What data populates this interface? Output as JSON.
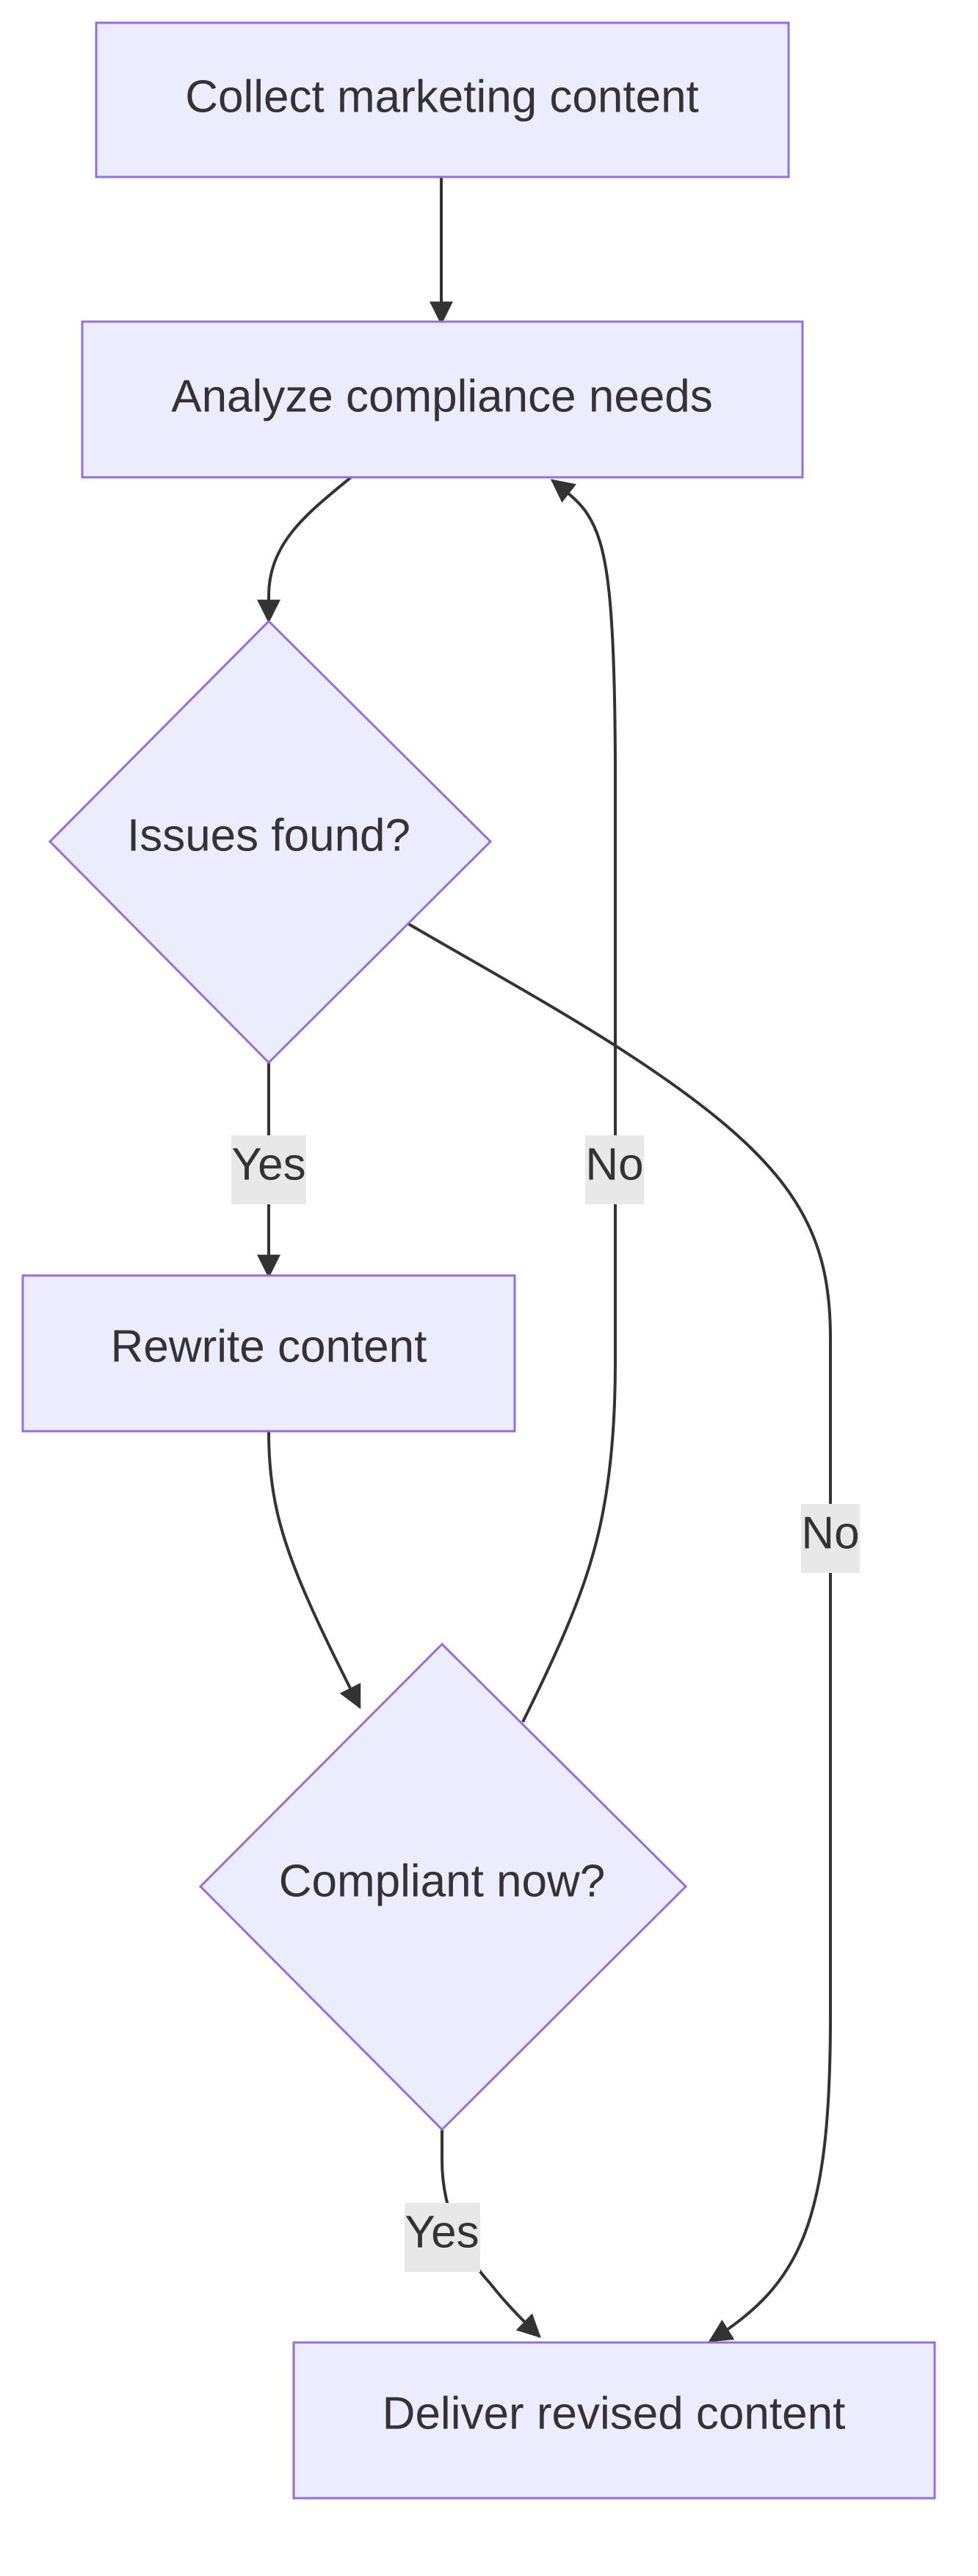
{
  "diagram": {
    "nodes": {
      "collect": "Collect marketing content",
      "analyze": "Analyze compliance needs",
      "issues": "Issues found?",
      "rewrite": "Rewrite content",
      "compliant": "Compliant now?",
      "deliver": "Deliver revised content"
    },
    "edges": {
      "issues_yes": "Yes",
      "issues_no": "No",
      "compliant_no": "No",
      "compliant_yes": "Yes"
    },
    "colors": {
      "node_fill": "#ECECFF",
      "node_stroke": "#9370DB",
      "edge": "#333333",
      "label_bg": "#e8e8e8",
      "text": "#333333"
    }
  }
}
